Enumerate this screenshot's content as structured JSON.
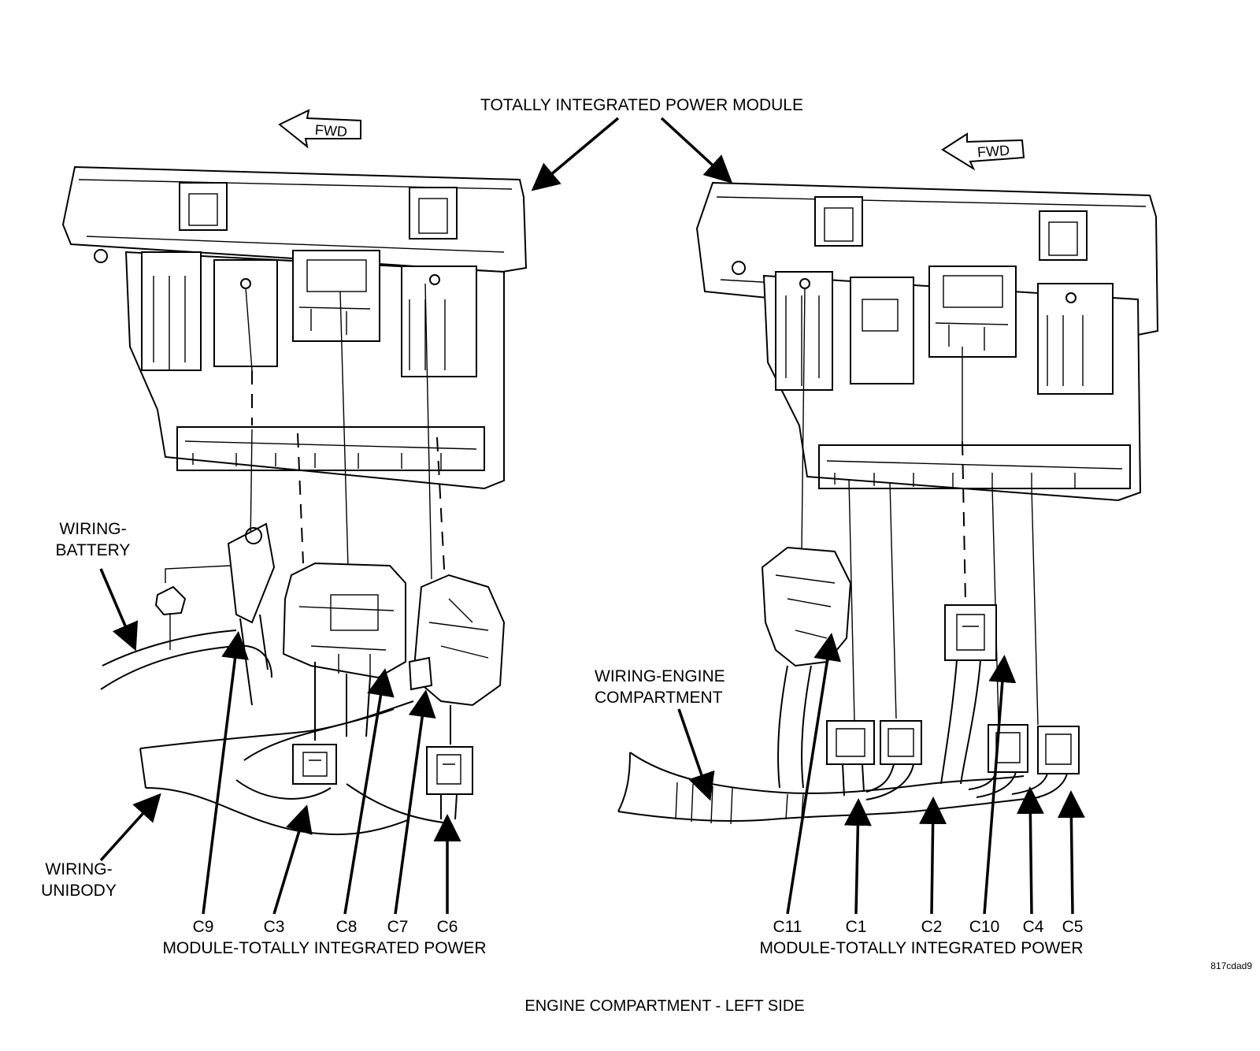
{
  "title": "ENGINE COMPARTMENT - LEFT SIDE",
  "image_code": "817cdad9",
  "top_label": "TOTALLY INTEGRATED POWER MODULE",
  "fwd_label": "FWD",
  "left_view": {
    "wiring_battery": [
      "WIRING-",
      "BATTERY"
    ],
    "wiring_unibody": [
      "WIRING-",
      "UNIBODY"
    ],
    "connectors": [
      "C9",
      "C3",
      "C8",
      "C7",
      "C6"
    ],
    "module_caption": "MODULE-TOTALLY INTEGRATED POWER"
  },
  "right_view": {
    "wiring_engine": [
      "WIRING-ENGINE",
      "COMPARTMENT"
    ],
    "connectors": [
      "C11",
      "C1",
      "C2",
      "C10",
      "C4",
      "C5"
    ],
    "module_caption": "MODULE-TOTALLY INTEGRATED POWER"
  }
}
